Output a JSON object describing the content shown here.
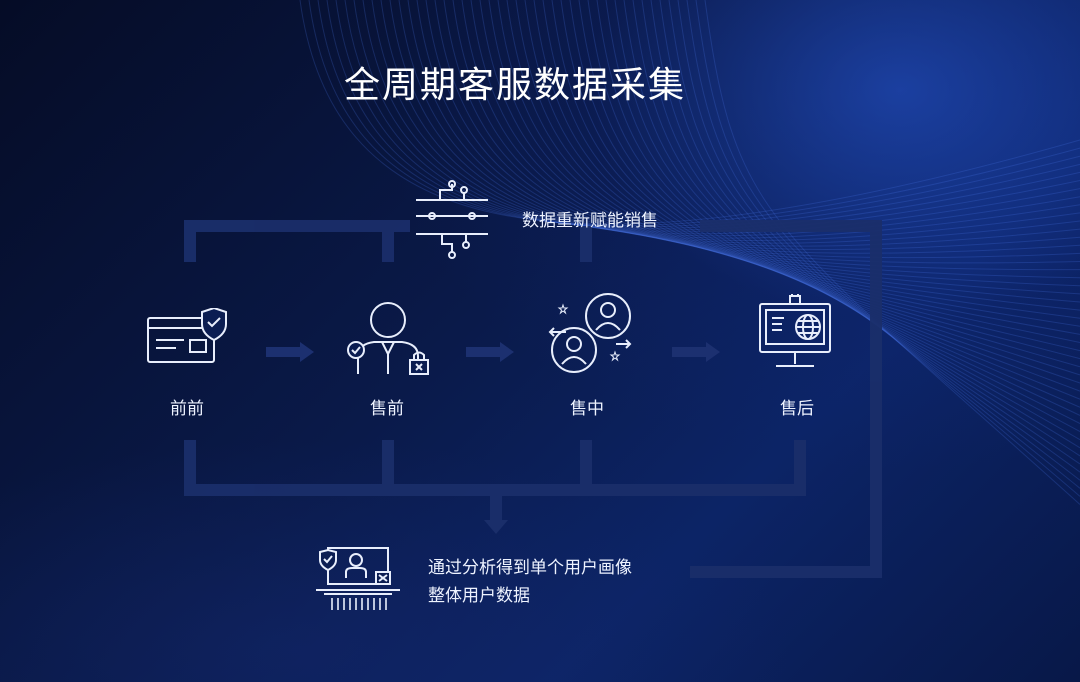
{
  "title": "全周期客服数据采集",
  "feedback": {
    "text": "数据重新赋能销售",
    "icon": "circuit-network-icon"
  },
  "stages": [
    {
      "label": "前前",
      "icon": "credit-card-shield-icon"
    },
    {
      "label": "售前",
      "icon": "customer-agent-icon"
    },
    {
      "label": "售中",
      "icon": "customer-exchange-icon"
    },
    {
      "label": "售后",
      "icon": "monitor-globe-icon"
    }
  ],
  "result": {
    "lines": [
      "通过分析得到单个用户画像",
      "整体用户数据"
    ],
    "icon": "user-data-card-icon"
  },
  "colors": {
    "background": "#0a1a4a",
    "accent": "#2d5fd8",
    "line": "#e8eefc",
    "flow_line": "#16285e"
  }
}
